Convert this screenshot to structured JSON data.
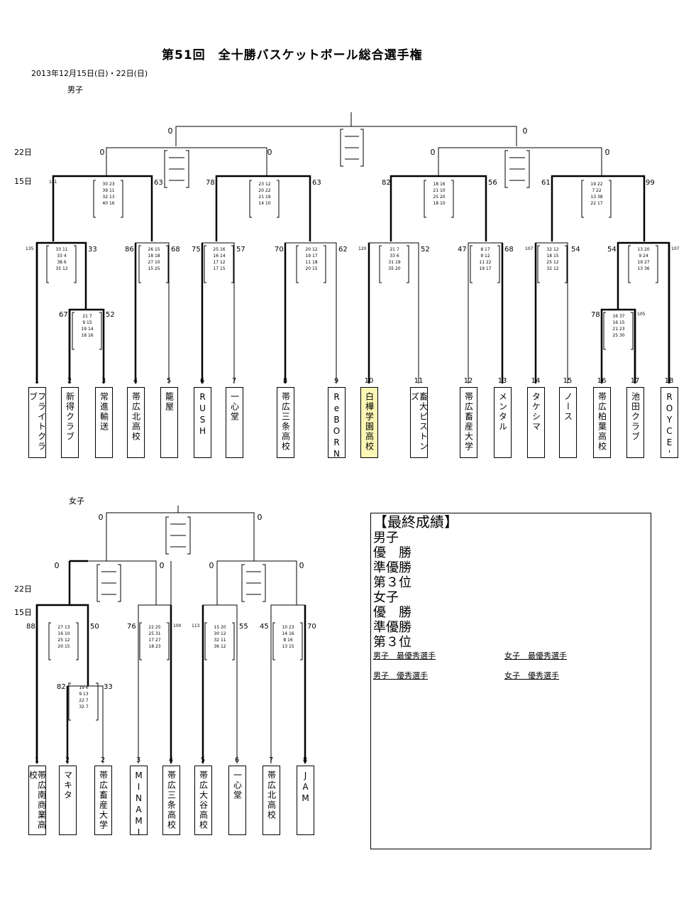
{
  "header": {
    "title": "第51回　全十勝バスケットボール総合選手権",
    "date": "2013年12月15日(日)・22日(日)",
    "men_label": "男子",
    "women_label": "女子",
    "day22": "22日",
    "day15": "15日"
  },
  "men": {
    "teams": [
      {
        "seed": "1",
        "name": "フライトクラブ"
      },
      {
        "seed": "2",
        "name": "新得クラブ"
      },
      {
        "seed": "3",
        "name": "常進輸送"
      },
      {
        "seed": "4",
        "name": "帯広北高校"
      },
      {
        "seed": "5",
        "name": "籠屋"
      },
      {
        "seed": "6",
        "name": "RUSH"
      },
      {
        "seed": "7",
        "name": "一心堂"
      },
      {
        "seed": "8",
        "name": "帯広三条高校"
      },
      {
        "seed": "9",
        "name": "ReBORN"
      },
      {
        "seed": "10",
        "name": "白樺学園高校"
      },
      {
        "seed": "11",
        "name": "畜大ピストンズ"
      },
      {
        "seed": "12",
        "name": "帯広畜産大学"
      },
      {
        "seed": "13",
        "name": "メンタル"
      },
      {
        "seed": "14",
        "name": "タケシマ"
      },
      {
        "seed": "15",
        "name": "ノース"
      },
      {
        "seed": "16",
        "name": "帯広柏葉高校"
      },
      {
        "seed": "17",
        "name": "池田クラブ"
      },
      {
        "seed": "18",
        "name": "ROYCE'"
      }
    ],
    "scores": {
      "f_l": "0",
      "f_r": "0",
      "sf1_l": "0",
      "sf1_r": "0",
      "sf2_l": "0",
      "sf2_r": "0",
      "qf1_l": "141",
      "qf1_r": "63",
      "qf2_l": "78",
      "qf2_r": "63",
      "qf3_l": "82",
      "qf3_r": "56",
      "qf4_l": "61",
      "qf4_r": "99",
      "r2_1_l": "135",
      "r2_1_r": "33",
      "r2_2_l": "86",
      "r2_2_r": "68",
      "r2_3_l": "75",
      "r2_3_r": "57",
      "r2_4_l": "70",
      "r2_4_r": "62",
      "r2_5_l": "120",
      "r2_5_r": "52",
      "r2_6_l": "47",
      "r2_6_r": "68",
      "r2_7_l": "107",
      "r2_7_r": "54",
      "r2_8_l": "54",
      "r2_8_r": "107",
      "r1_1_l": "67",
      "r1_1_r": "52",
      "r1_2_l": "78",
      "r1_2_r": "105"
    },
    "quarters": {
      "qf1": [
        "30 23",
        "39 11",
        "32 13",
        "40 16"
      ],
      "qf2": [
        "23 12",
        "20 22",
        "21 19",
        "14 10"
      ],
      "qf3": [
        "18 16",
        "21 10",
        "25 20",
        "18 10"
      ],
      "qf4": [
        "19 22",
        "7 22",
        "13 38",
        "22 17"
      ],
      "r2_1": [
        "33 11",
        "33 4",
        "38 6",
        "35 12"
      ],
      "r2_2": [
        "26 15",
        "18 18",
        "27 10",
        "15 25"
      ],
      "r2_3": [
        "25 16",
        "16 14",
        "17 12",
        "17 15"
      ],
      "r2_4": [
        "20 12",
        "19 17",
        "11 18",
        "20 15"
      ],
      "r2_5": [
        "21 7",
        "33 6",
        "31 19",
        "35 20"
      ],
      "r2_6": [
        "8 17",
        "9 12",
        "11 22",
        "19 17"
      ],
      "r2_7": [
        "32 12",
        "18 15",
        "25 12",
        "32 12"
      ],
      "r2_8": [
        "13 20",
        "9 24",
        "19 27",
        "13 36"
      ],
      "r1_1": [
        "21 7",
        "9 15",
        "19 14",
        "18 16"
      ],
      "r1_2": [
        "16 37",
        "16 15",
        "21 23",
        "25 30"
      ]
    }
  },
  "women": {
    "teams": [
      {
        "seed": "1",
        "name": "帯広南商業高校"
      },
      {
        "seed": "2",
        "name": "マキタ"
      },
      {
        "seed": "2",
        "name": "帯広畜産大学"
      },
      {
        "seed": "3",
        "name": "MINAMI"
      },
      {
        "seed": "4",
        "name": "帯広三条高校"
      },
      {
        "seed": "5",
        "name": "帯広大谷高校"
      },
      {
        "seed": "6",
        "name": "一心堂"
      },
      {
        "seed": "7",
        "name": "帯広北高校"
      },
      {
        "seed": "8",
        "name": "JAM"
      }
    ],
    "scores": {
      "f_l": "0",
      "f_r": "0",
      "sf1_l": "0",
      "sf1_r": "0",
      "sf2_l": "0",
      "sf2_r": "0",
      "qf1_l": "88",
      "qf1_r": "50",
      "qf2_l": "76",
      "qf2_r": "100",
      "qf3_l": "113",
      "qf3_r": "55",
      "qf4_l": "45",
      "qf4_r": "70",
      "r1_l": "82",
      "r1_r": "33"
    },
    "quarters": {
      "qf1": [
        "27 13",
        "16 10",
        "25 12",
        "20 15"
      ],
      "qf2": [
        "22 25",
        "25 31",
        "17 27",
        "18 23"
      ],
      "qf3": [
        "15 20",
        "30 12",
        "32 11",
        "36 12"
      ],
      "qf4": [
        "10 23",
        "14 16",
        "8 16",
        "13 15"
      ],
      "r1": [
        "19 6",
        "9 13",
        "22 7",
        "32 7"
      ]
    }
  },
  "results": {
    "heading": "【最終成績】",
    "men": "男子",
    "champion": "優　勝",
    "runner_up": "準優勝",
    "third": "第３位",
    "women": "女子",
    "champion2": "優　勝",
    "runner_up2": "準優勝",
    "third2": "第３位",
    "mvp_men": "男子　最優秀選手",
    "mvp_women": "女子　最優秀選手",
    "ex_men": "男子　優秀選手",
    "ex_women": "女子　優秀選手"
  },
  "highlight_color": "#fdf7b5"
}
